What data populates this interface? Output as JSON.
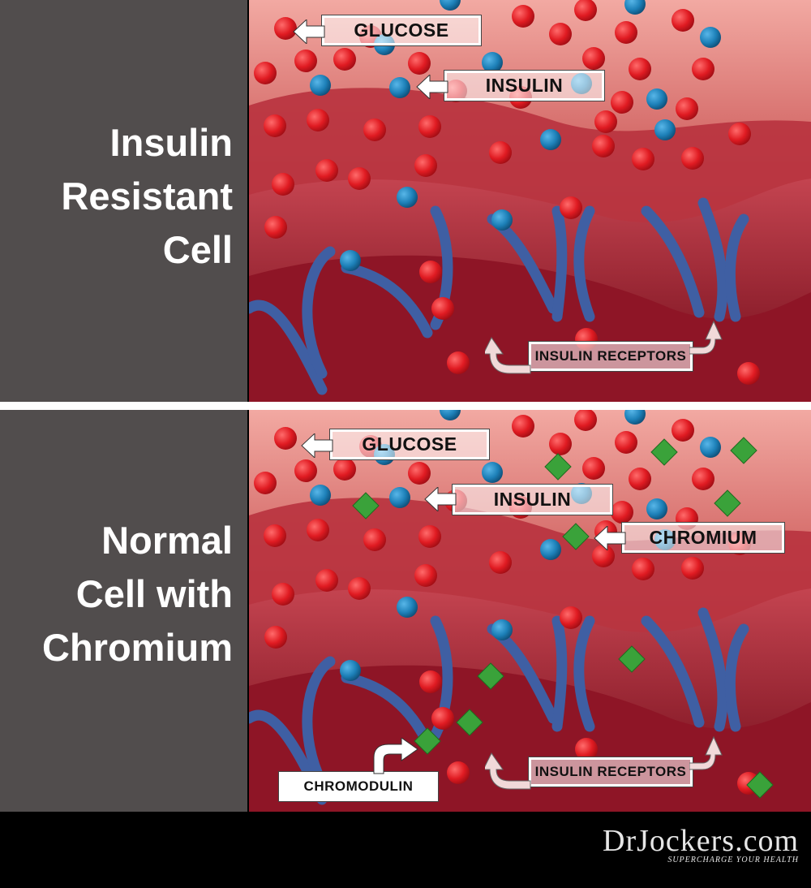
{
  "panels": {
    "top": {
      "title": "Insulin\nResistant\nCell",
      "labels": {
        "glucose": "GLUCOSE",
        "insulin": "INSULIN",
        "receptors": "INSULIN RECEPTORS"
      }
    },
    "bottom": {
      "title": "Normal\nCell with\nChromium",
      "labels": {
        "glucose": "GLUCOSE",
        "insulin": "INSULIN",
        "chromium": "CHROMIUM",
        "receptors": "INSULIN RECEPTORS",
        "chromodulin": "CHROMODULIN"
      }
    }
  },
  "footer": {
    "brand": "DrJockers.com",
    "tagline": "SUPERCHARGE YOUR HEALTH"
  },
  "colors": {
    "sidebar": "#514d4d",
    "glucose": "#e01b22",
    "insulin": "#1d80b8",
    "chromium": "#3aa23a",
    "receptor": "#3f5fa3"
  }
}
